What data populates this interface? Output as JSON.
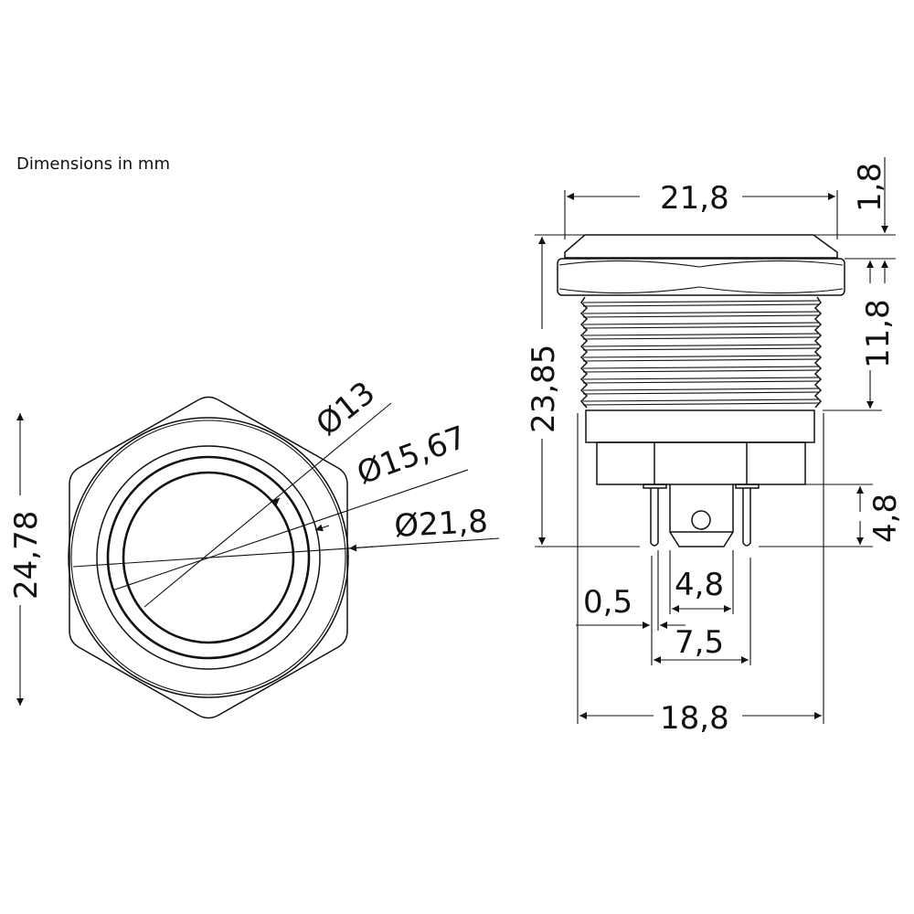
{
  "caption": "Dimensions in mm",
  "front_view": {
    "height_label": "24,78",
    "diameters": [
      {
        "label": "Ø13",
        "value": 13
      },
      {
        "label": "Ø15,67",
        "value": 15.67
      },
      {
        "label": "Ø21,8",
        "value": 21.8
      }
    ]
  },
  "side_view": {
    "top_width_label": "21,8",
    "cap_height_label": "1,8",
    "thread_length_label": "11,8",
    "total_height_label": "23,85",
    "pin_length_label": "4,8",
    "tab_width_label": "4,8",
    "pin_thickness_label": "0,5",
    "pin_spacing_label": "7,5",
    "base_width_label": "18,8"
  },
  "colors": {
    "line": "#111111",
    "background": "#ffffff"
  }
}
